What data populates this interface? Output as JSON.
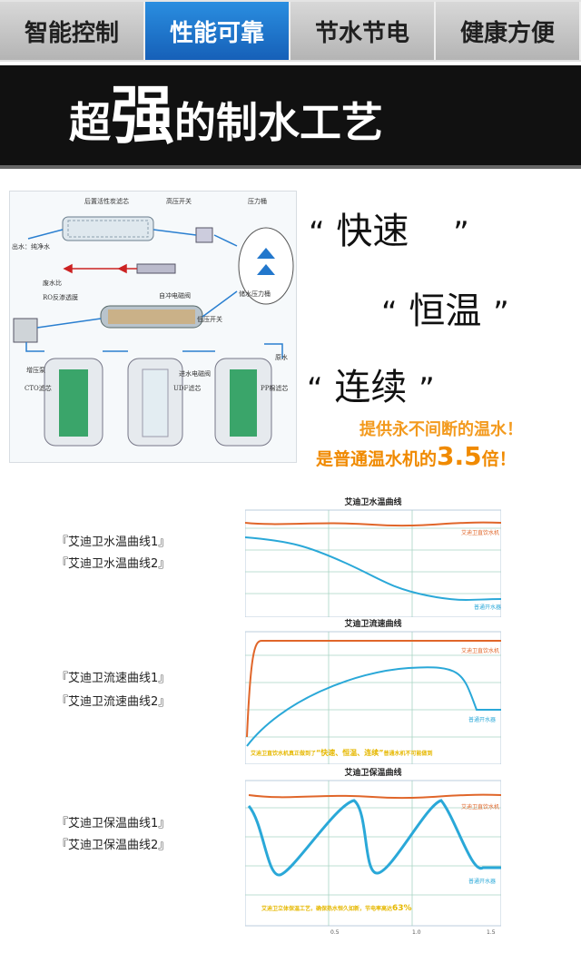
{
  "tabs": [
    {
      "label": "智能控制",
      "active": false
    },
    {
      "label": "性能可靠",
      "active": true
    },
    {
      "label": "节水节电",
      "active": false
    },
    {
      "label": "健康方便",
      "active": false
    }
  ],
  "banner": {
    "part1": "超",
    "part2": "强",
    "part3": "的制水工艺"
  },
  "diagram": {
    "labels": {
      "post_carbon": "后置活性炭滤芯",
      "high_pressure_switch": "高压开关",
      "pressure_tank": "压力桶",
      "outlet": "出水：纯净水",
      "waste_ratio": "废水比",
      "ro": "RO反渗透膜",
      "auto_flush": "自冲电磁阀",
      "storage_tank": "储水压力桶",
      "low_pressure_switch": "低压开关",
      "booster_pump": "增压泵",
      "inlet_valve": "进水电磁阀",
      "raw_water": "原水",
      "cto": "CTO滤芯",
      "udf": "UDF滤芯",
      "pp": "PP棉滤芯"
    }
  },
  "features": {
    "quote_open": "“",
    "quote_close": "”",
    "fast": "快速",
    "constant": "恒温",
    "continuous": "连续",
    "promo_line1": "提供永不间断的温水！",
    "promo_line2_a": "是普通温水机的",
    "promo_line2_b": "3.5",
    "promo_line2_c": "倍！"
  },
  "charts": [
    {
      "title": "艾迪卫水温曲线",
      "label1": "『艾迪卫水温曲线1』",
      "label2": "『艾迪卫水温曲线2』",
      "legend1": "艾迪卫直饮水机",
      "legend2": "普通开水器",
      "note": ""
    },
    {
      "title": "艾迪卫流速曲线",
      "label1": "『艾迪卫流速曲线1』",
      "label2": "『艾迪卫流速曲线2』",
      "legend1": "艾迪卫直饮水机",
      "legend2": "普通开水器",
      "note_a": "艾迪卫直饮水机真正做到了",
      "note_b": "“快速、恒温、连续”",
      "note_c": "普通水机不可能做到"
    },
    {
      "title": "艾迪卫保温曲线",
      "label1": "『艾迪卫保温曲线1』",
      "label2": "『艾迪卫保温曲线2』",
      "legend1": "艾迪卫直饮水机",
      "legend2": "普通开水器",
      "note_a": "艾迪卫立体保温工艺，确保热水恒久如新，节电率高达",
      "note_b": "63%",
      "ticks": [
        "0.5",
        "1.0",
        "1.5"
      ]
    }
  ],
  "colors": {
    "orange_line": "#e0662a",
    "blue_line": "#2aa8d8",
    "grid": "#a9d4c4",
    "active_tab": "#1e7fd0",
    "promo": "#f39a1e"
  }
}
